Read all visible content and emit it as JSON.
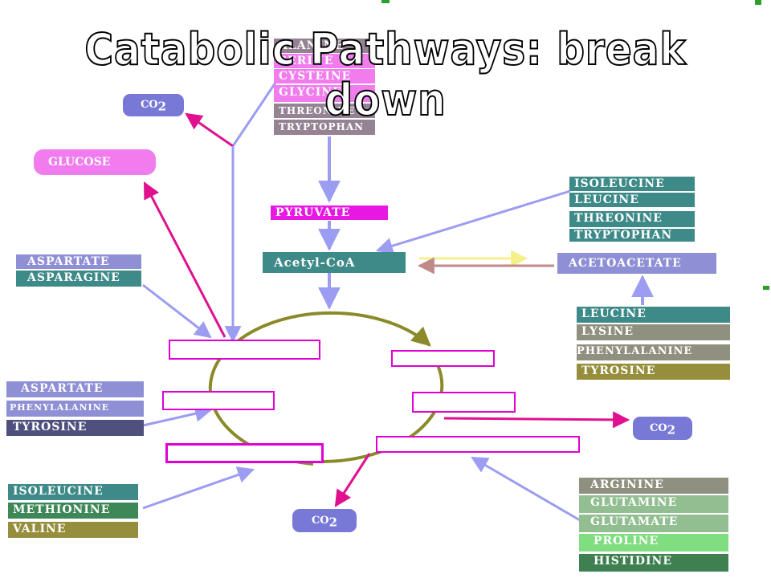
{
  "title": "Catabolic Pathways: break down",
  "center": {
    "pyruvate": "PYRUVATE",
    "acetyl_coa": "Acetyl-CoA",
    "acetoacetate": "ACETOACETATE",
    "glucose": "GLUCOSE"
  },
  "co2": {
    "text": "CO",
    "sub": "2"
  },
  "top_group": [
    "ALANINE",
    "SERINE",
    "CYSTEINE",
    "GLYCINE",
    "THREONINE",
    "TRYPTOPHAN"
  ],
  "right_top_group": [
    "ISOLEUCINE",
    "LEUCINE",
    "THREONINE",
    "TRYPTOPHAN"
  ],
  "left_top_group": [
    "ASPARTATE",
    "ASPARAGINE"
  ],
  "right_mid_group": [
    "LEUCINE",
    "LYSINE",
    "PHENYLALANINE",
    "TYROSINE"
  ],
  "left_mid_group": [
    "ASPARTATE",
    "PHENYLALANINE",
    "TYROSINE"
  ],
  "left_bottom_group": [
    "ISOLEUCINE",
    "METHIONINE",
    "VALINE"
  ],
  "right_bottom_group": [
    "ARGININE",
    "GLUTAMINE",
    "GLUTAMATE",
    "PROLINE",
    "HISTIDINE"
  ],
  "colors": {
    "arrow_blue": "#9c9cf2",
    "arrow_magenta": "#e0108e",
    "cycle": "#8a8a2a",
    "box_border": "#e000d4"
  }
}
